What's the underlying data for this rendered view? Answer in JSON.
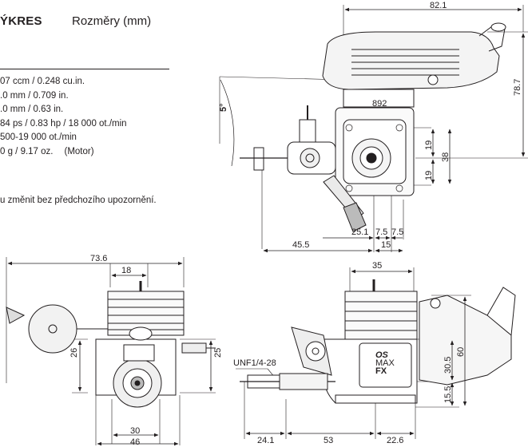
{
  "header": {
    "title": "ÝKRES",
    "subtitle": "Rozměry (mm)"
  },
  "specs": [
    "07 ccm / 0.248 cu.in.",
    ".0 mm / 0.709 in.",
    ".0 mm / 0.63 in.",
    "84 ps / 0.83 hp / 18 000 ot./min",
    "500-19 000 ot./min",
    "0 g / 9.17 oz."
  ],
  "motor_label": "(Motor)",
  "note": "u změnit bez předchozího upozornění.",
  "dims": {
    "top_width": "82.1",
    "height_right": "78.7",
    "angle": "5°",
    "label_892": "892",
    "d19a": "19",
    "d38": "38",
    "d19b": "19",
    "d25_1": "25.1",
    "d7_5a": "7.5",
    "d7_5b": "7.5",
    "d45_5": "45.5",
    "d15": "15",
    "d73_6": "73.6",
    "d18": "18",
    "d26": "26",
    "d25": "25",
    "d30": "30",
    "d46": "46",
    "d35": "35",
    "thread": "UNF1/4-28",
    "d30_5": "30.5",
    "d60": "60",
    "d15_5": "15.5",
    "d24_1": "24.1",
    "d53": "53",
    "d22_6": "22.6"
  },
  "engine_marks": {
    "brand": "OS",
    "model_top": "MAX",
    "model_bottom": "FX"
  }
}
